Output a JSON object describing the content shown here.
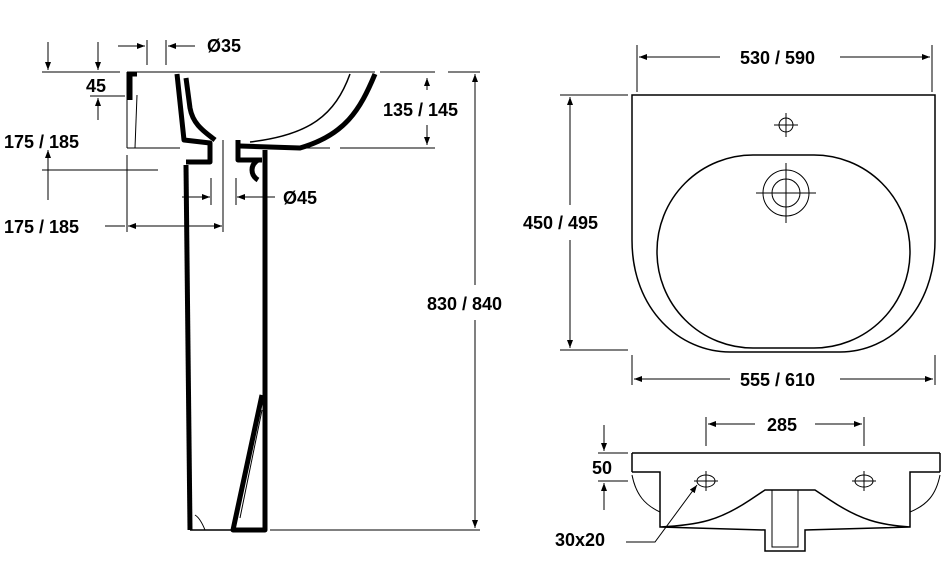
{
  "side_view": {
    "tap_hole_diameter": "Ø35",
    "overflow_height": "45",
    "rim_to_drain": "175 / 185",
    "bowl_depth": "135 / 145",
    "waste_diameter": "Ø45",
    "wall_to_waste": "175 / 185",
    "total_height": "830 / 840"
  },
  "top_view": {
    "inner_width": "530 / 590",
    "depth": "450 / 495",
    "outer_width": "555 / 610"
  },
  "front_view": {
    "fixing_spacing": "285",
    "fixing_height": "50",
    "fixing_hole_size": "30x20"
  },
  "colors": {
    "line": "#000000",
    "background": "#ffffff"
  }
}
